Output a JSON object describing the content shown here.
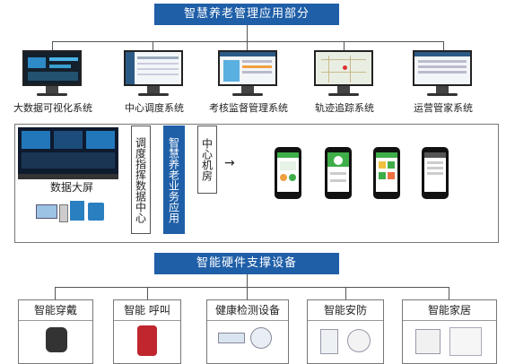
{
  "header": {
    "title": "智慧养老管理应用部分"
  },
  "systems": [
    {
      "label": "大数据可视化系统"
    },
    {
      "label": "中心调度系统"
    },
    {
      "label": "考核监督管理系统"
    },
    {
      "label": "轨迹追踪系统"
    },
    {
      "label": "运营管家系统"
    }
  ],
  "middle": {
    "big_screen_label": "数据大屏",
    "dispatch_center": "调度指挥数据中心",
    "business_app": "智慧养老业务应用",
    "machine_room": "中心机房",
    "arrow": "→"
  },
  "support": {
    "title": "智能硬件支撑设备"
  },
  "devices": [
    {
      "label": "智能穿戴"
    },
    {
      "label": "智能 呼叫"
    },
    {
      "label": "健康检测设备"
    },
    {
      "label": "智能安防"
    },
    {
      "label": "智能家居"
    }
  ],
  "colors": {
    "accent": "#1f5fa8",
    "phone_green": "#3fae49"
  }
}
